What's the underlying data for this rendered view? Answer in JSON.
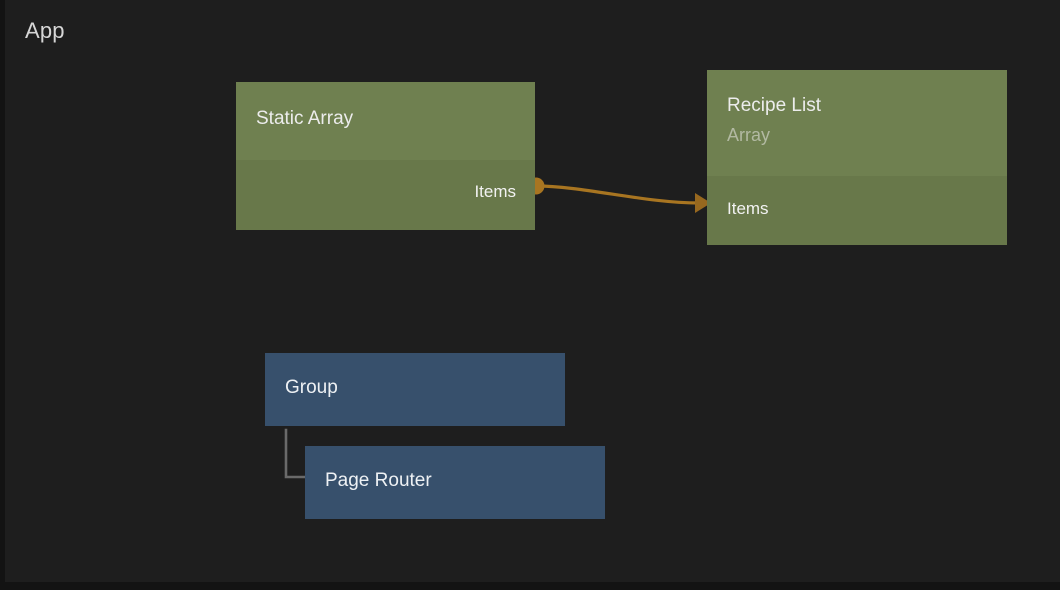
{
  "canvas": {
    "title": "App",
    "background_color": "#1e1e1e",
    "frame_color": "#131313"
  },
  "palette": {
    "green_header": "#6f8050",
    "green_body": "#68784a",
    "blue": "#37506c",
    "wire_orange": "#a87521",
    "wire_gray": "#6a6a6a",
    "text_primary": "#ececec",
    "text_muted": "#b2b9a2",
    "canvas_title": "#d6d6d6"
  },
  "nodes": [
    {
      "id": "static-array",
      "title": "Static Array",
      "subtitle": "",
      "kind": "green",
      "ports": [
        {
          "name": "Items",
          "side": "output",
          "has_dot": true,
          "dot_color": "#a87521"
        }
      ]
    },
    {
      "id": "recipe-list",
      "title": "Recipe List",
      "subtitle": "Array",
      "kind": "green",
      "ports": [
        {
          "name": "Items",
          "side": "input",
          "has_dot": false,
          "dot_color": "#a87521"
        }
      ]
    },
    {
      "id": "group",
      "title": "Group",
      "subtitle": "",
      "kind": "blue",
      "ports": []
    },
    {
      "id": "page-router",
      "title": "Page Router",
      "subtitle": "",
      "kind": "blue",
      "ports": []
    }
  ],
  "connections": [
    {
      "id": "static-array-items-to-recipe-list-items",
      "from_node": "static-array",
      "from_port": "Items",
      "to_node": "recipe-list",
      "to_port": "Items",
      "style": "bezier",
      "color": "#a87521",
      "arrowhead": true
    },
    {
      "id": "group-to-page-router",
      "from_node": "group",
      "from_port": "",
      "to_node": "page-router",
      "to_port": "",
      "style": "elbow",
      "color": "#6a6a6a",
      "arrowhead": false
    }
  ]
}
